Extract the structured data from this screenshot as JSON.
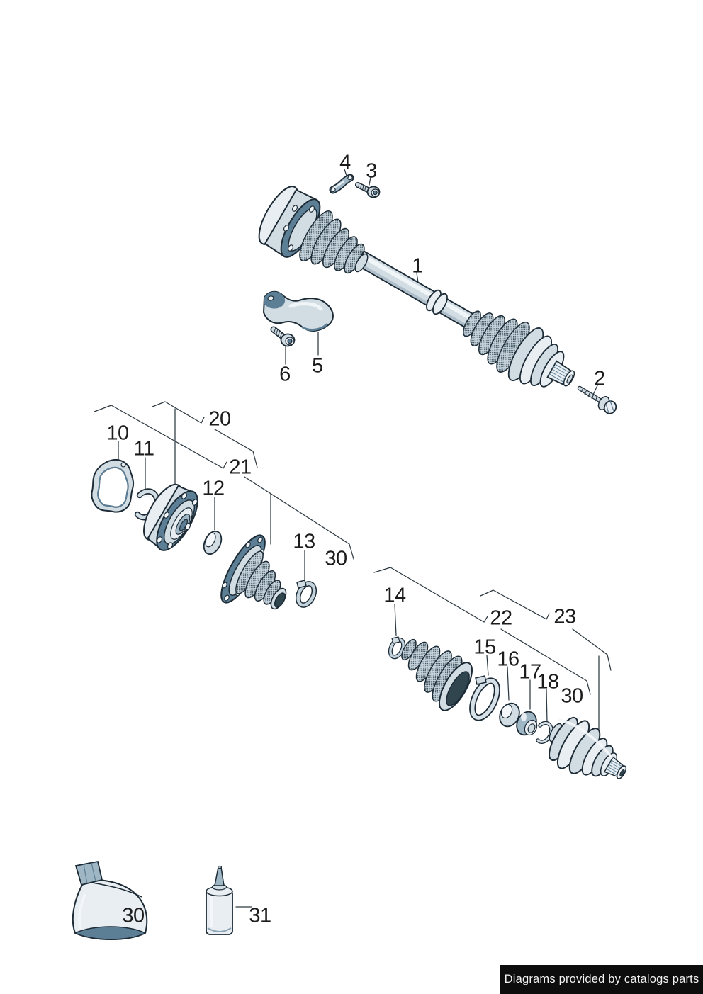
{
  "page": {
    "background": "#ffffff"
  },
  "footer": {
    "text": "Diagrams provided by catalogs parts"
  },
  "palette": {
    "label_color": "#1c1c1c",
    "footer_bg": "#0d0d0d",
    "footer_text": "#f2f2f2",
    "outline": "#1c2b36",
    "part_light": "#d2dce3",
    "part_lighter": "#e8eef2",
    "part_mid": "#9fb6c4",
    "part_dark": "#5d7f96",
    "boot_dot": "#31454f"
  },
  "callouts": {
    "c1": "1",
    "c2": "2",
    "c3": "3",
    "c4": "4",
    "c5": "5",
    "c6": "6",
    "c10": "10",
    "c11": "11",
    "c12": "12",
    "c13": "13",
    "c14": "14",
    "c15": "15",
    "c16": "16",
    "c17": "17",
    "c18": "18",
    "c20": "20",
    "c21": "21",
    "c22": "22",
    "c23": "23",
    "c30a": "30",
    "c30b": "30",
    "c30c": "30",
    "c31": "31"
  }
}
